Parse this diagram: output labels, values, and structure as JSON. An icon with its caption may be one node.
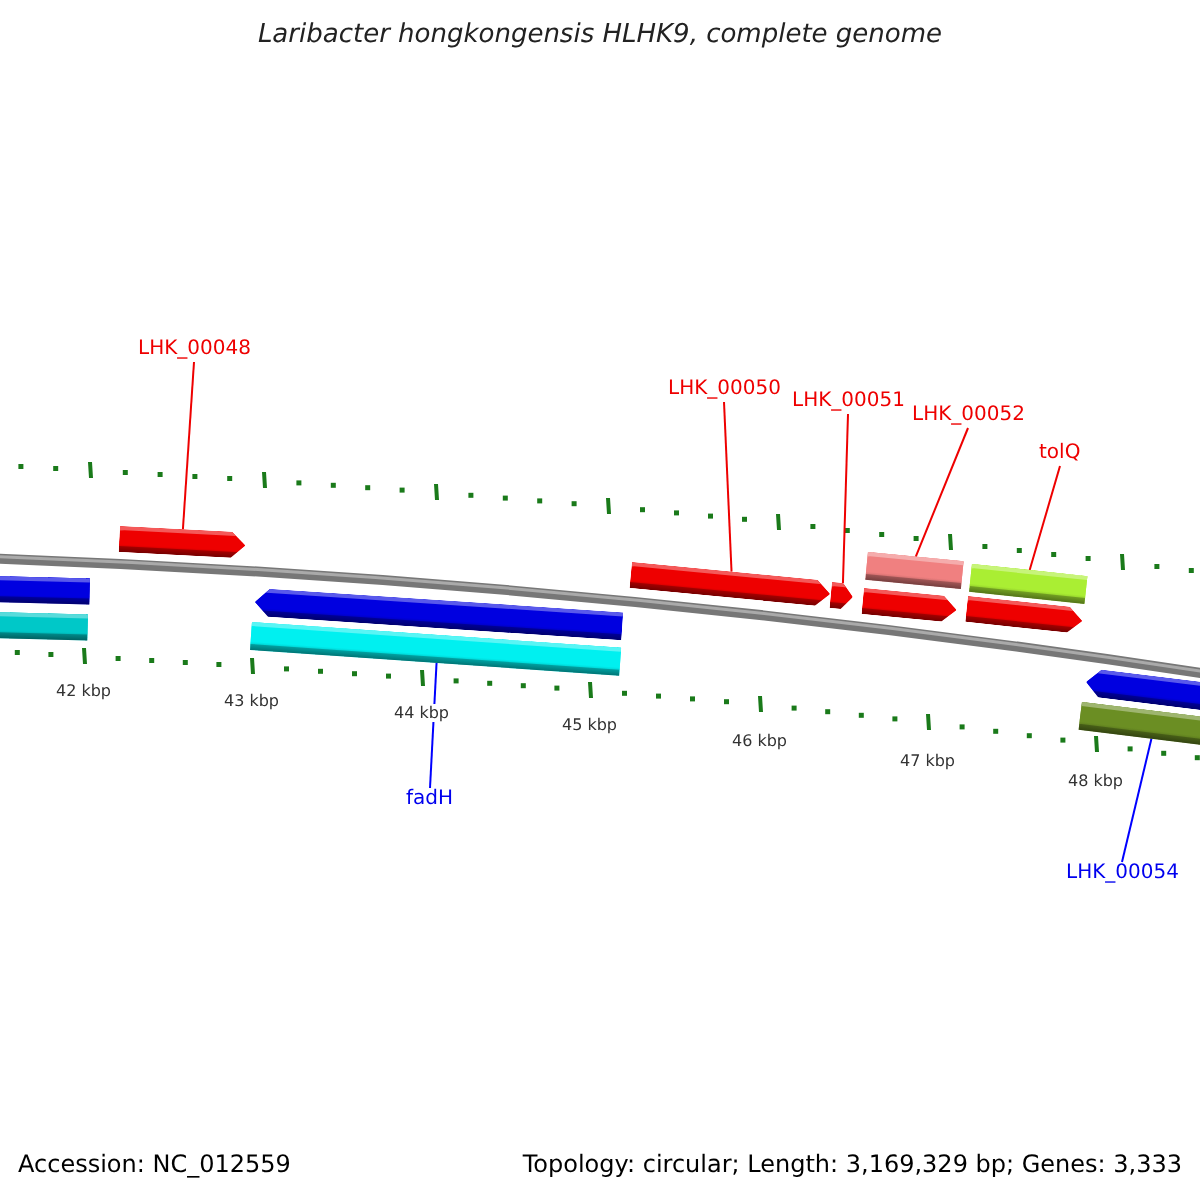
{
  "diagram": {
    "title": "Laribacter hongkongensis HLHK9, complete genome",
    "nodes": [
      {
        "text": [
          "LHK_00048"
        ]
      },
      {
        "text": [
          "LHK_00050"
        ]
      },
      {
        "text": [
          "LHK_00051"
        ]
      },
      {
        "text": [
          "LHK_00052"
        ]
      },
      {
        "text": [
          "tolQ"
        ]
      },
      {
        "text": [
          "fadH"
        ]
      },
      {
        "text": [
          "LHK_00054"
        ]
      },
      {
        "text": [],
        "shape": "bar"
      },
      {
        "text": [],
        "shape": "bar"
      },
      {
        "text": [],
        "shape": "bar"
      },
      {
        "text": [],
        "shape": "bar"
      },
      {
        "text": [],
        "shape": "bar"
      },
      {
        "text": [],
        "shape": "bar"
      },
      {
        "text": [],
        "shape": "bar"
      },
      {
        "text": [],
        "shape": "bar"
      },
      {
        "text": [],
        "shape": "bar"
      },
      {
        "text": [],
        "shape": "bar"
      },
      {
        "text": [],
        "shape": "bar"
      },
      {
        "text": [],
        "shape": "bar"
      },
      {
        "text": [],
        "shape": "bar"
      }
    ],
    "edges": [
      {
        "from": 0,
        "to": 9,
        "arrow": "none"
      },
      {
        "from": 1,
        "to": 12,
        "arrow": "none"
      },
      {
        "from": 2,
        "to": 13,
        "arrow": "none"
      },
      {
        "from": 3,
        "to": 14,
        "arrow": "none"
      },
      {
        "from": 4,
        "to": 16,
        "arrow": "none"
      },
      {
        "from": 5,
        "to": 11,
        "arrow": "none",
        "color": "#0000ff"
      },
      {
        "from": 6,
        "to": 19,
        "arrow": "none",
        "color": "#0000ff"
      }
    ],
    "labels": [
      "42 kbp",
      "43 kbp",
      "44 kbp",
      "45 kbp",
      "46 kbp",
      "47 kbp",
      "48 kbp",
      "Accession: NC_012559",
      "Topology: circular; Length: 3,169,329 bp; Genes: 3,333"
    ]
  }
}
